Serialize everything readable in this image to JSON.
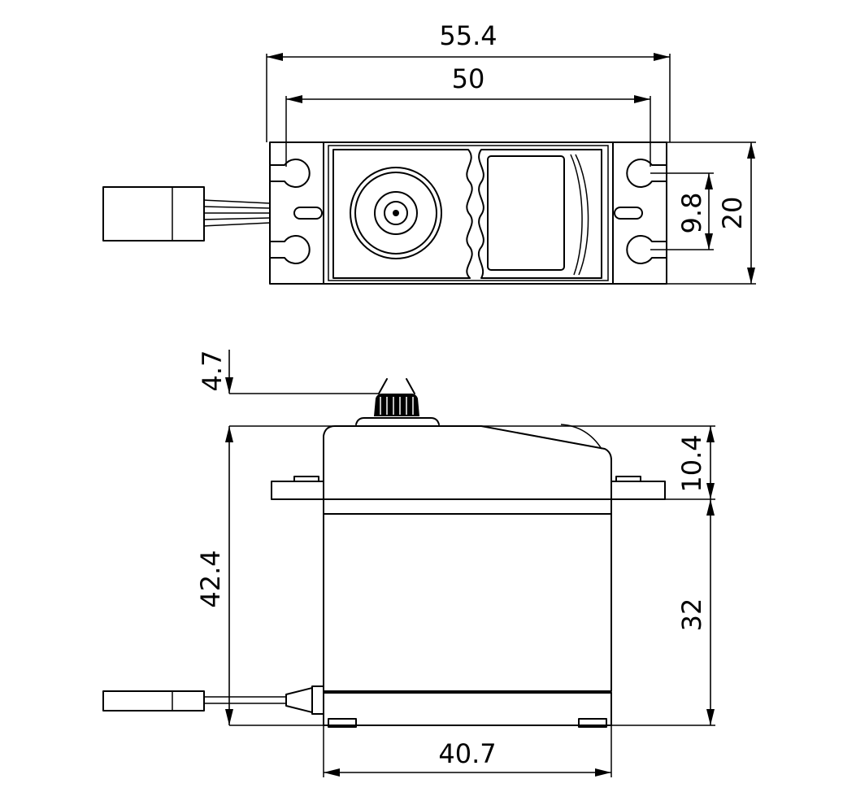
{
  "dimensions": {
    "total_length": "55.4",
    "mount_spacing": "50",
    "hole_spacing": "9.8",
    "width": "20",
    "shaft_height": "4.7",
    "total_height": "42.4",
    "ear_to_top": "10.4",
    "body_below_ear": "32",
    "body_length": "40.7"
  },
  "icons": {
    "output_shaft": "servo-output-gear-icon",
    "connector": "servo-connector-icon"
  }
}
